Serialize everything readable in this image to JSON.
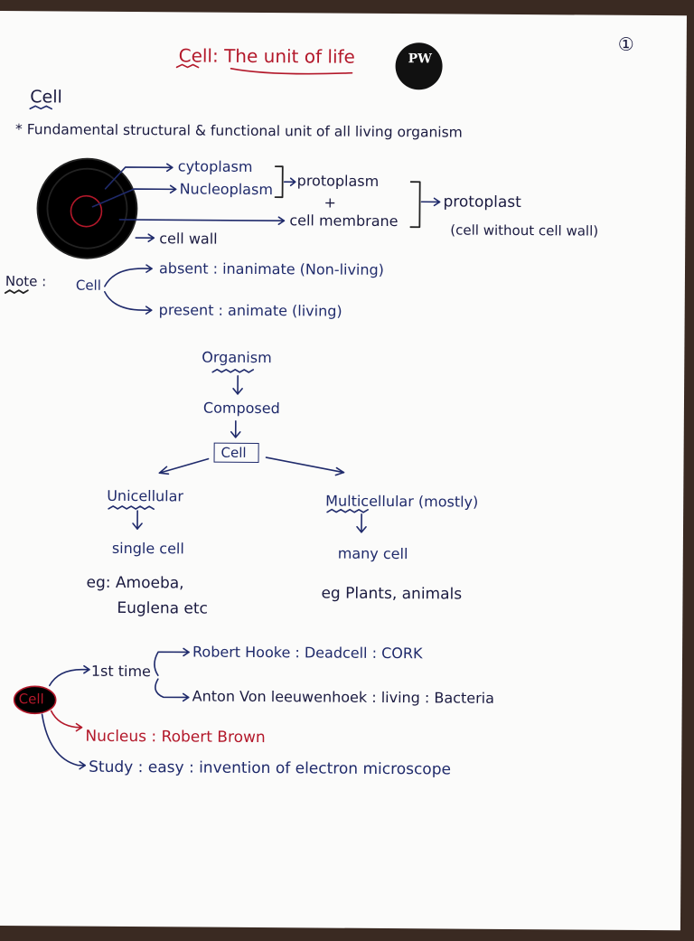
{
  "header": {
    "title": "Cell: The unit of life",
    "page_number": "①",
    "logo_text": "PW"
  },
  "heading": "Cell",
  "definition": "* Fundamental structural & functional unit of all living organism",
  "diagram": {
    "cytoplasm": "cytoplasm",
    "nucleoplasm": "Nucleoplasm",
    "protoplasm": "protoplasm",
    "plus": "+",
    "cell_membrane": "cell membrane",
    "protoplast": "protoplast",
    "protoplast_note": "(cell without cell wall)",
    "cell_wall": "cell wall"
  },
  "note": {
    "label": "Note :",
    "cell": "Cell",
    "absent": "absent : inanimate (Non-living)",
    "present": "present : animate (living)"
  },
  "flow": {
    "organism": "Organism",
    "composed": "Composed",
    "cell": "Cell",
    "unicellular": "Unicellular",
    "multicellular": "Multicellular (mostly)",
    "single_cell": "single cell",
    "many_cell": "many cell",
    "uni_eg_line1": "eg: Amoeba,",
    "uni_eg_line2": "Euglena etc",
    "multi_eg": "eg Plants, animals"
  },
  "history": {
    "cell": "Cell",
    "first_time": "1st time",
    "hooke": "Robert Hooke : Deadcell : CORK",
    "leeuwenhoek": "Anton Von leeuwenhoek : living : Bacteria",
    "nucleus": "Nucleus : Robert Brown",
    "study": "Study : easy : invention of electron microscope"
  },
  "colors": {
    "ink_blue": "#1f2a6b",
    "ink_red": "#b3182a",
    "paper": "#fbfbfa"
  }
}
